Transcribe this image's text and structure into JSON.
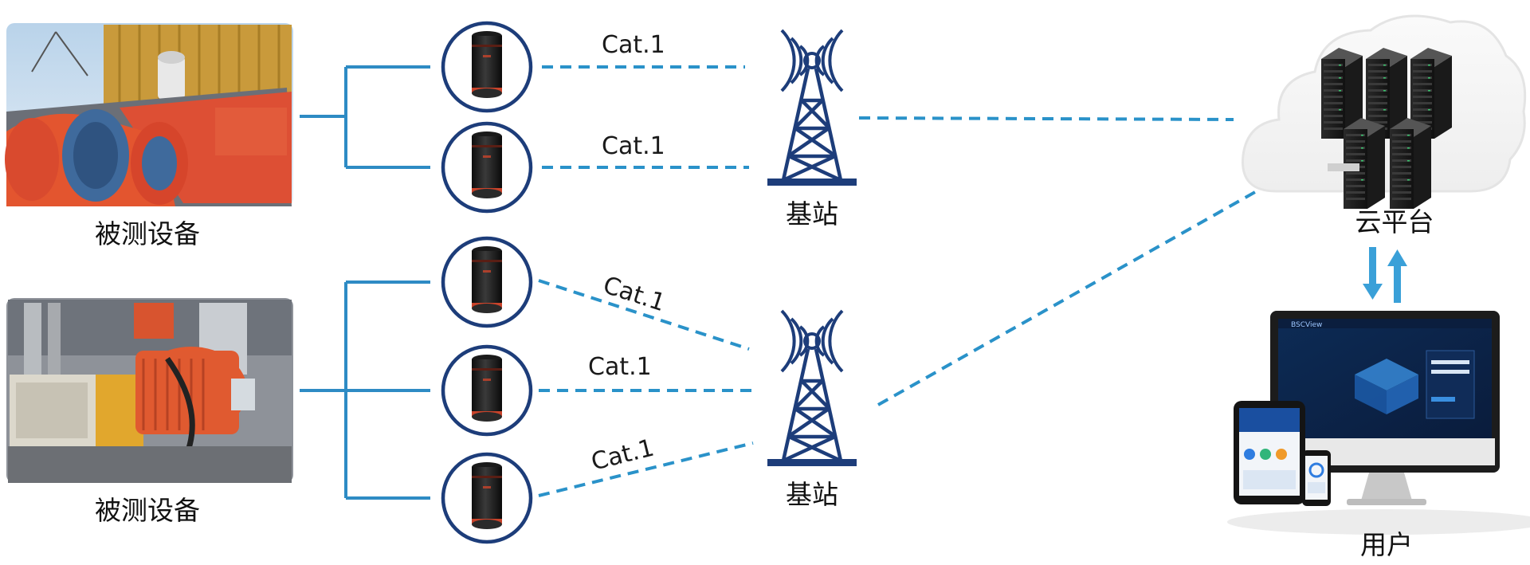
{
  "labels": {
    "device_top": "被测设备",
    "device_bottom": "被测设备",
    "station_top": "基站",
    "station_bottom": "基站",
    "cloud": "云平台",
    "user": "用户"
  },
  "links": [
    "Cat.1",
    "Cat.1",
    "Cat.1",
    "Cat.1",
    "Cat.1"
  ],
  "monitor_brand": "BSCView",
  "colors": {
    "accent_blue": "#2a92c9",
    "dark_navy": "#1d3d7a",
    "bracket": "#2e8bc4",
    "arrow": "#3aa0d8",
    "machine_red": "#d8492e",
    "machine_blue": "#4a6f9a"
  }
}
